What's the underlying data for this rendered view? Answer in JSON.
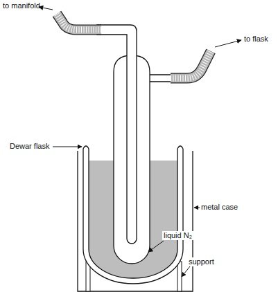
{
  "diagram": {
    "labels": [
      "to manifold",
      "to flask",
      "Dewar flask",
      "metal case",
      "liquid N₂",
      "support"
    ]
  }
}
